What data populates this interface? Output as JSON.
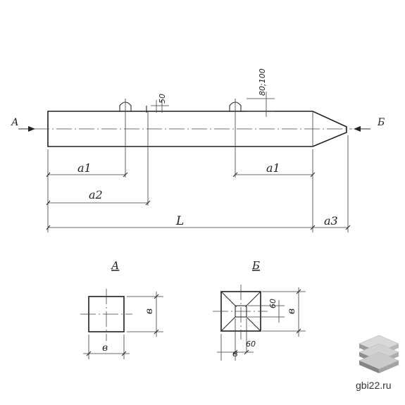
{
  "drawing": {
    "view_arrow_left": "А",
    "view_arrow_right": "Б",
    "dim_loop_offset": "50",
    "dim_loop_height": "80;100",
    "dim_a1_left": "a1",
    "dim_a1_right": "a1",
    "dim_a2": "a2",
    "dim_L": "L",
    "dim_a3": "a3",
    "section_a_title": "А",
    "section_b_title": "Б",
    "section_a_width": "в",
    "section_a_height": "в",
    "section_b_height": "в",
    "section_b_inner_h": "60",
    "section_b_inner_w": "60",
    "section_b_depth": "в"
  },
  "watermark": {
    "site": "gbi22.ru",
    "logo_icon": "stacked-slabs-icon"
  }
}
